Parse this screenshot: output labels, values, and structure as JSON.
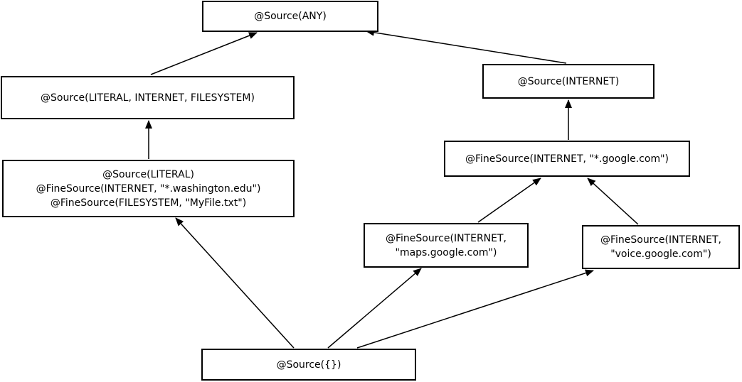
{
  "diagram": {
    "nodes": {
      "any": {
        "lines": [
          "@Source(ANY)"
        ]
      },
      "lif": {
        "lines": [
          "@Source(LITERAL, INTERNET, FILESYSTEM)"
        ]
      },
      "inet": {
        "lines": [
          "@Source(INTERNET)"
        ]
      },
      "fine_g": {
        "lines": [
          "@FineSource(INTERNET, \"*.google.com\")"
        ]
      },
      "lit": {
        "lines": [
          "@Source(LITERAL)",
          "@FineSource(INTERNET, \"*.washington.edu\")",
          "@FineSource(FILESYSTEM, \"MyFile.txt\")"
        ]
      },
      "maps": {
        "lines": [
          "@FineSource(INTERNET,",
          "\"maps.google.com\")"
        ]
      },
      "voice": {
        "lines": [
          "@FineSource(INTERNET,",
          "\"voice.google.com\")"
        ]
      },
      "empty": {
        "lines": [
          "@Source({})"
        ]
      }
    },
    "edges": [
      {
        "from": "lif",
        "to": "any"
      },
      {
        "from": "inet",
        "to": "any"
      },
      {
        "from": "lit",
        "to": "lif"
      },
      {
        "from": "fine_g",
        "to": "inet"
      },
      {
        "from": "maps",
        "to": "fine_g"
      },
      {
        "from": "voice",
        "to": "fine_g"
      },
      {
        "from": "empty",
        "to": "lit"
      },
      {
        "from": "empty",
        "to": "maps"
      },
      {
        "from": "empty",
        "to": "voice"
      }
    ],
    "stroke_color": "#000000"
  }
}
